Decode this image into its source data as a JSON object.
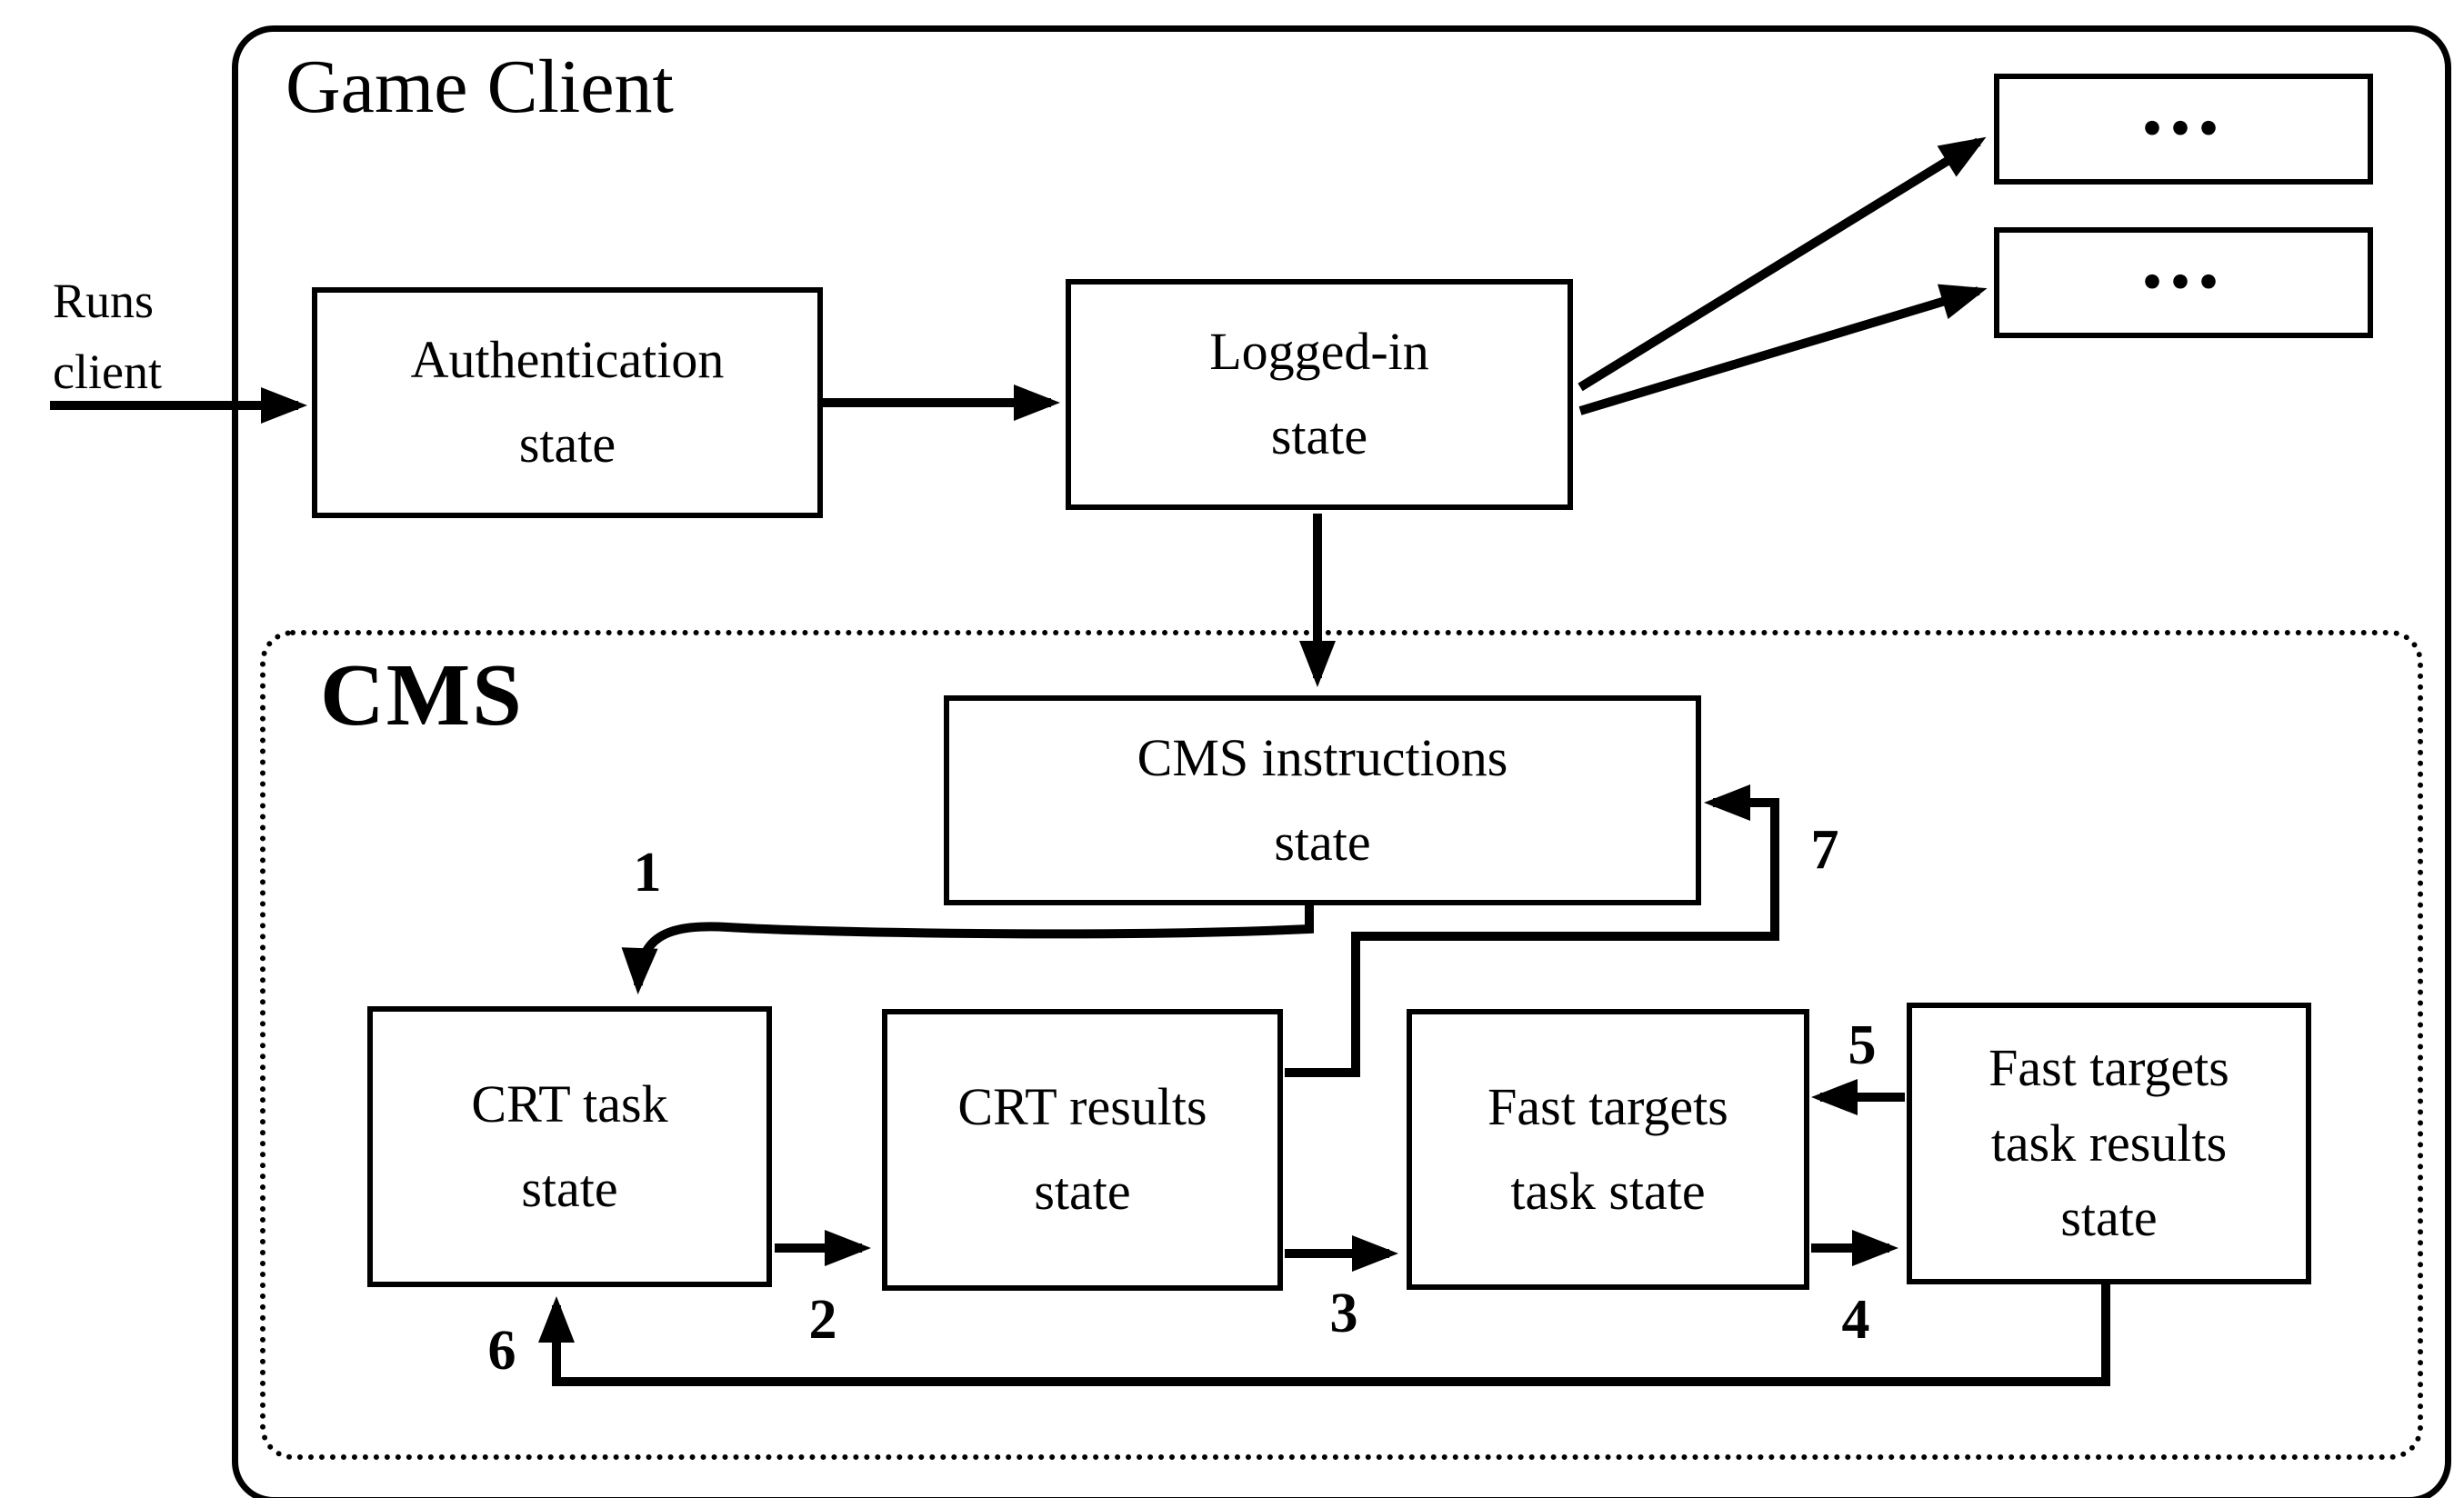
{
  "colors": {
    "ink": "#000000",
    "paper": "#ffffff"
  },
  "frames": {
    "game_client_title": "Game Client",
    "cms_title": "CMS"
  },
  "external": {
    "runs_client_label": "Runs\nclient"
  },
  "nodes": {
    "authentication": "Authentication\nstate",
    "logged_in": "Logged-in\nstate",
    "ellipsis_top": "...",
    "ellipsis_bottom": "...",
    "cms_instructions": "CMS instructions\nstate",
    "crt_task": "CRT task\nstate",
    "crt_results": "CRT results\nstate",
    "fast_targets_task": "Fast targets\ntask state",
    "fast_targets_results": "Fast targets\ntask results\nstate"
  },
  "edges": {
    "step1": "1",
    "step2": "2",
    "step3": "3",
    "step4": "4",
    "step5": "5",
    "step6": "6",
    "step7": "7"
  }
}
